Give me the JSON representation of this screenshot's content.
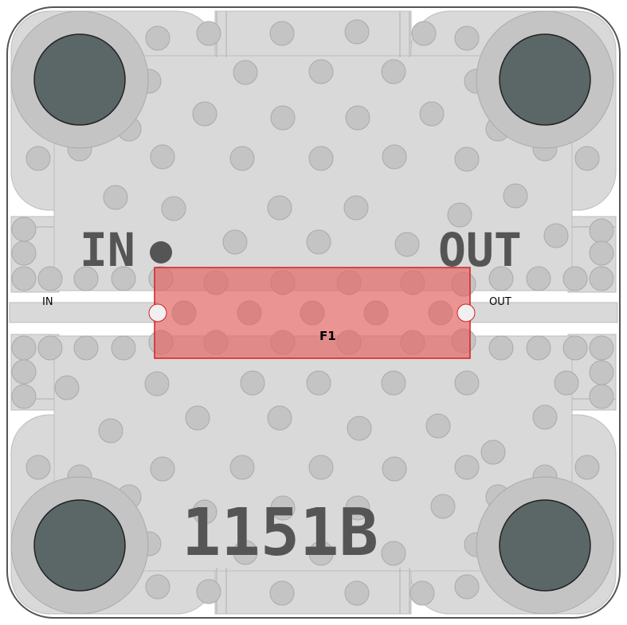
{
  "labels": {
    "silk_in": "IN",
    "silk_out": "OUT",
    "silk_part": "1151B",
    "pin_in": "IN",
    "pin_out": "OUT",
    "component": "F1"
  },
  "colors": {
    "board_outline": "#555555",
    "copper": "#d9d9d9",
    "via": "#c4c4c4",
    "mount_hole": "#5b6767",
    "component_fill": "#e36b6b",
    "component_stroke": "#d62020",
    "silk": "#555555"
  },
  "icons": [
    "mounting-hole-icon",
    "pin1-dot-icon",
    "via-icon"
  ]
}
